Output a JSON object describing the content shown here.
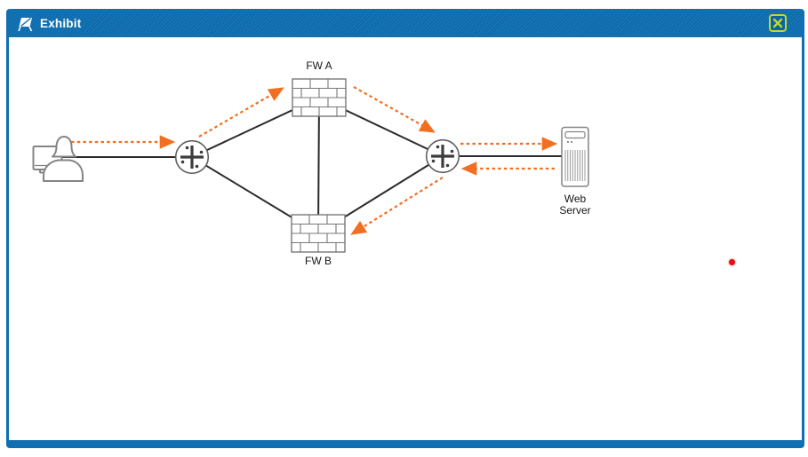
{
  "window": {
    "title": "Exhibit"
  },
  "diagram": {
    "labels": {
      "fw_a": "FW A",
      "fw_b": "FW B",
      "web_server": "Web Server"
    },
    "nodes": [
      {
        "id": "client-user",
        "type": "user-workstation"
      },
      {
        "id": "router-left",
        "type": "router"
      },
      {
        "id": "fw-a",
        "type": "firewall",
        "label": "FW A"
      },
      {
        "id": "fw-b",
        "type": "firewall",
        "label": "FW B"
      },
      {
        "id": "router-right",
        "type": "router"
      },
      {
        "id": "web-server",
        "type": "server",
        "label": "Web Server"
      }
    ],
    "links": [
      {
        "from": "client-user",
        "to": "router-left"
      },
      {
        "from": "router-left",
        "to": "fw-a"
      },
      {
        "from": "router-left",
        "to": "fw-b"
      },
      {
        "from": "fw-a",
        "to": "fw-b"
      },
      {
        "from": "fw-a",
        "to": "router-right"
      },
      {
        "from": "fw-b",
        "to": "router-right"
      },
      {
        "from": "router-right",
        "to": "web-server"
      }
    ],
    "traffic_flows": [
      {
        "from": "client-user",
        "to": "router-left",
        "leg": "forward"
      },
      {
        "from": "router-left",
        "to": "fw-a",
        "leg": "forward"
      },
      {
        "from": "fw-a",
        "to": "router-right",
        "leg": "forward"
      },
      {
        "from": "router-right",
        "to": "web-server",
        "leg": "forward"
      },
      {
        "from": "web-server",
        "to": "router-right",
        "leg": "return"
      },
      {
        "from": "router-right",
        "to": "fw-b",
        "leg": "return"
      }
    ],
    "colors": {
      "titlebar_blue": "#0f6fb2",
      "close_button_green": "#c3d829",
      "flow_orange": "#f26f21",
      "link_black": "#2a2a2a",
      "icon_gray": "#848484",
      "pointer_red": "#e51212"
    }
  }
}
